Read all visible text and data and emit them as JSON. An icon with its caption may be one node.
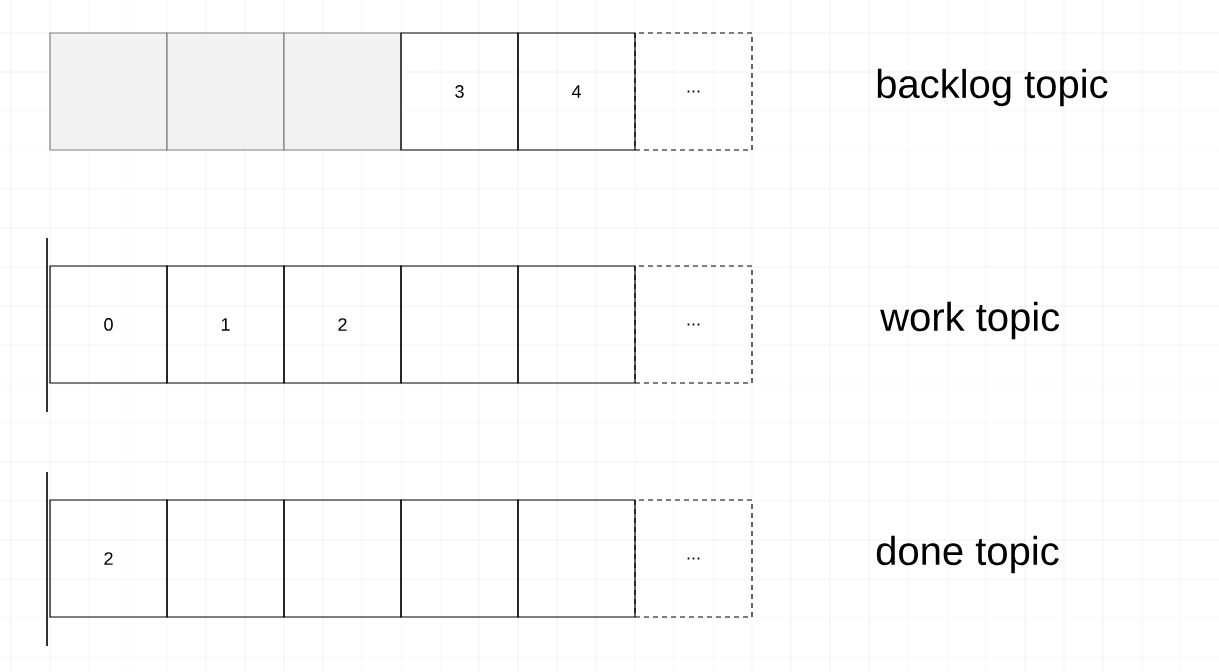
{
  "diagram": {
    "nodes": [
      {
        "text": [],
        "shape": "box"
      },
      {
        "text": [],
        "shape": "box"
      },
      {
        "text": [],
        "shape": "box"
      },
      {
        "text": [
          "3"
        ]
      },
      {
        "text": [
          "4"
        ]
      },
      {
        "text": [
          "..."
        ]
      },
      {
        "text": [
          "0"
        ]
      },
      {
        "text": [
          "1"
        ]
      },
      {
        "text": [
          "2"
        ]
      },
      {
        "text": [],
        "shape": "box"
      },
      {
        "text": [],
        "shape": "box"
      },
      {
        "text": [
          "..."
        ]
      },
      {
        "text": [
          "2"
        ]
      },
      {
        "text": [],
        "shape": "box"
      },
      {
        "text": [],
        "shape": "box"
      },
      {
        "text": [],
        "shape": "box"
      },
      {
        "text": [],
        "shape": "box"
      },
      {
        "text": [
          "..."
        ]
      }
    ],
    "edges": [],
    "labels": [
      "backlog topic",
      "work topic",
      "done topic"
    ]
  }
}
